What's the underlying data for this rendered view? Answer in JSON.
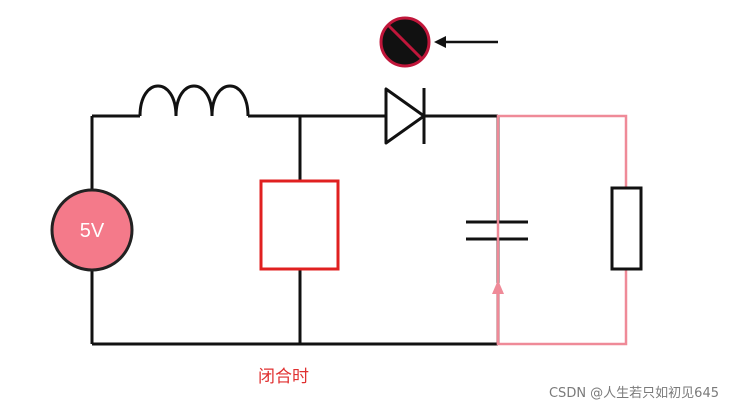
{
  "diagram": {
    "source_label": "5V",
    "caption": "闭合时",
    "watermark": "CSDN @人生若只如初见645",
    "corner_mark": "",
    "colors": {
      "wire": "#111111",
      "source_fill": "#f47a8a",
      "source_stroke": "#222222",
      "switch_box": "#e02020",
      "current_path": "#ef8a98",
      "lamp_fill": "#111111",
      "lamp_stroke": "#c0163a",
      "caption": "#e03030"
    },
    "icons": [
      "inductor-icon",
      "diode-icon",
      "capacitor-icon",
      "resistor-icon",
      "prohibited-lamp-icon",
      "arrow-left-icon",
      "current-arrow-icon"
    ]
  }
}
